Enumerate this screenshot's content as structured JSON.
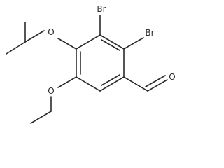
{
  "molecule": {
    "atom_labels": [
      {
        "id": "br-upper",
        "text": "Br"
      },
      {
        "id": "br-lower",
        "text": "Br"
      },
      {
        "id": "o-isopropoxy",
        "text": "O"
      },
      {
        "id": "o-ethoxy",
        "text": "O"
      },
      {
        "id": "o-aldehyde",
        "text": "O"
      }
    ]
  }
}
